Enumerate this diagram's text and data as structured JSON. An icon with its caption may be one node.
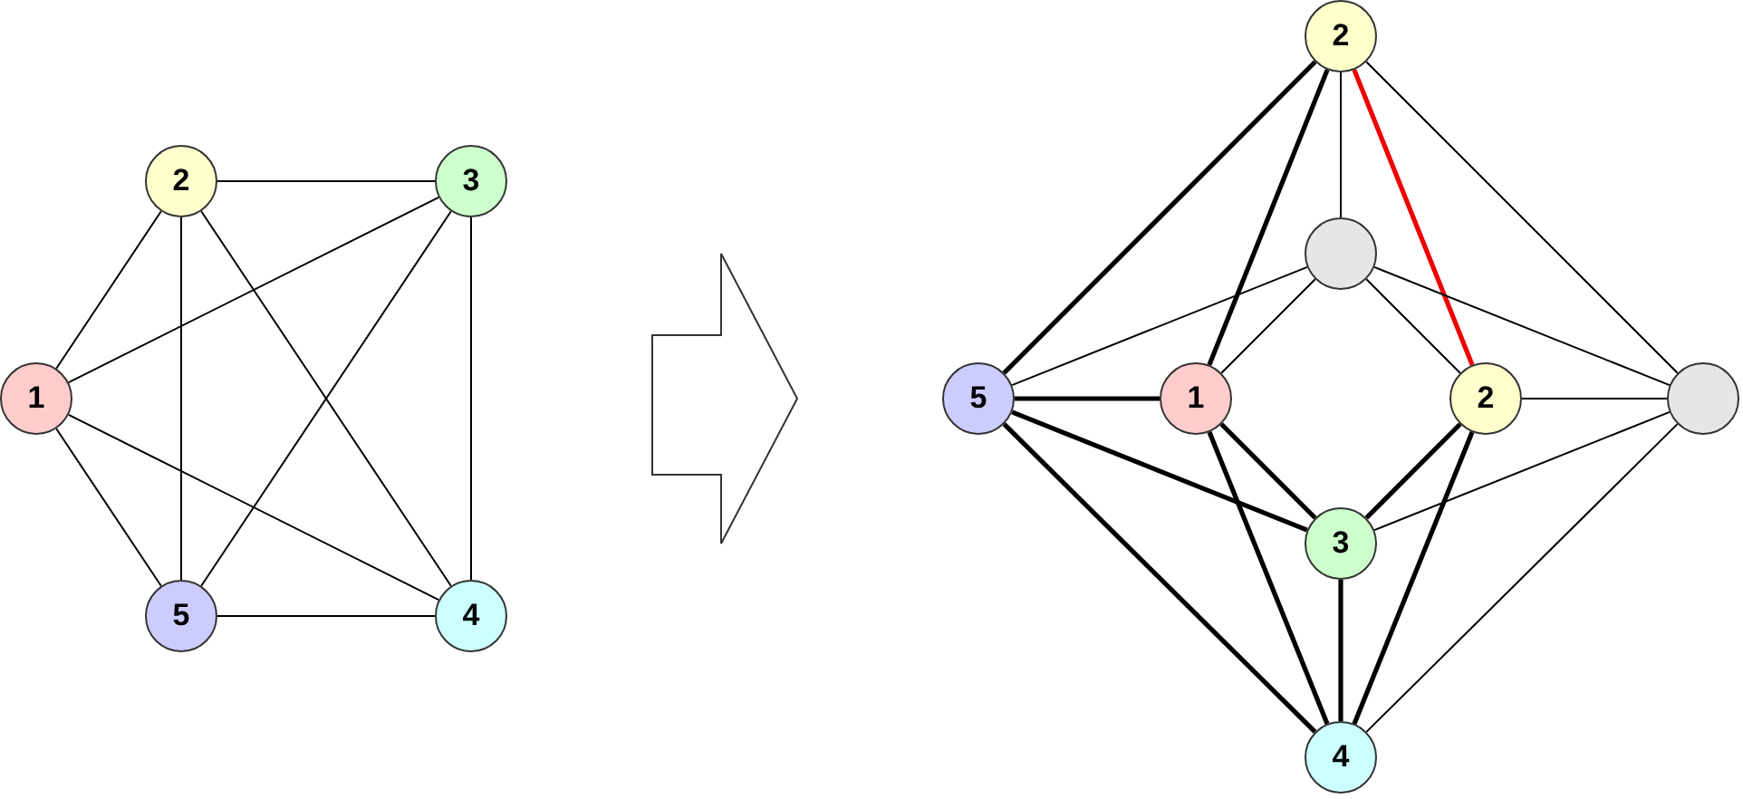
{
  "diagram": {
    "nodes": [
      {
        "text": [
          "2"
        ]
      },
      {
        "text": [
          "3"
        ]
      },
      {
        "text": [
          "1"
        ]
      },
      {
        "text": [
          "5"
        ]
      },
      {
        "text": [
          "4"
        ]
      },
      {
        "text": [
          "2"
        ]
      },
      {
        "text": [],
        "shape": "circle"
      },
      {
        "text": [
          "5"
        ]
      },
      {
        "text": [
          "1"
        ]
      },
      {
        "text": [
          "2"
        ]
      },
      {
        "text": [],
        "shape": "circle"
      },
      {
        "text": [
          "3"
        ]
      },
      {
        "text": [
          "4"
        ]
      }
    ],
    "edges": [
      {
        "from": 0,
        "to": 1,
        "arrow": "none"
      },
      {
        "from": 2,
        "to": 0,
        "arrow": "none"
      },
      {
        "from": 2,
        "to": 1,
        "arrow": "none"
      },
      {
        "from": 2,
        "to": 4,
        "arrow": "none"
      },
      {
        "from": 2,
        "to": 3,
        "arrow": "none"
      },
      {
        "from": 0,
        "to": 3,
        "arrow": "none"
      },
      {
        "from": 0,
        "to": 4,
        "arrow": "none"
      },
      {
        "from": 1,
        "to": 3,
        "arrow": "none"
      },
      {
        "from": 1,
        "to": 4,
        "arrow": "none"
      },
      {
        "from": 3,
        "to": 4,
        "arrow": "none"
      },
      {
        "from": 5,
        "to": 7,
        "arrow": "none",
        "style": "thick"
      },
      {
        "from": 5,
        "to": 8,
        "arrow": "none",
        "style": "thick"
      },
      {
        "from": 5,
        "to": 6,
        "arrow": "none"
      },
      {
        "from": 5,
        "to": 9,
        "arrow": "none",
        "style": "thick",
        "color": "#ee0000"
      },
      {
        "from": 5,
        "to": 10,
        "arrow": "none"
      },
      {
        "from": 6,
        "to": 7,
        "arrow": "none"
      },
      {
        "from": 6,
        "to": 8,
        "arrow": "none"
      },
      {
        "from": 6,
        "to": 9,
        "arrow": "none"
      },
      {
        "from": 6,
        "to": 10,
        "arrow": "none"
      },
      {
        "from": 7,
        "to": 8,
        "arrow": "none",
        "style": "thick"
      },
      {
        "from": 7,
        "to": 11,
        "arrow": "none",
        "style": "thick"
      },
      {
        "from": 7,
        "to": 12,
        "arrow": "none",
        "style": "thick"
      },
      {
        "from": 8,
        "to": 11,
        "arrow": "none",
        "style": "thick"
      },
      {
        "from": 8,
        "to": 12,
        "arrow": "none",
        "style": "thick"
      },
      {
        "from": 9,
        "to": 10,
        "arrow": "none"
      },
      {
        "from": 9,
        "to": 11,
        "arrow": "none",
        "style": "thick"
      },
      {
        "from": 9,
        "to": 12,
        "arrow": "none",
        "style": "thick"
      },
      {
        "from": 11,
        "to": 10,
        "arrow": "none"
      },
      {
        "from": 11,
        "to": 12,
        "arrow": "none",
        "style": "thick"
      },
      {
        "from": 12,
        "to": 10,
        "arrow": "none"
      }
    ]
  }
}
